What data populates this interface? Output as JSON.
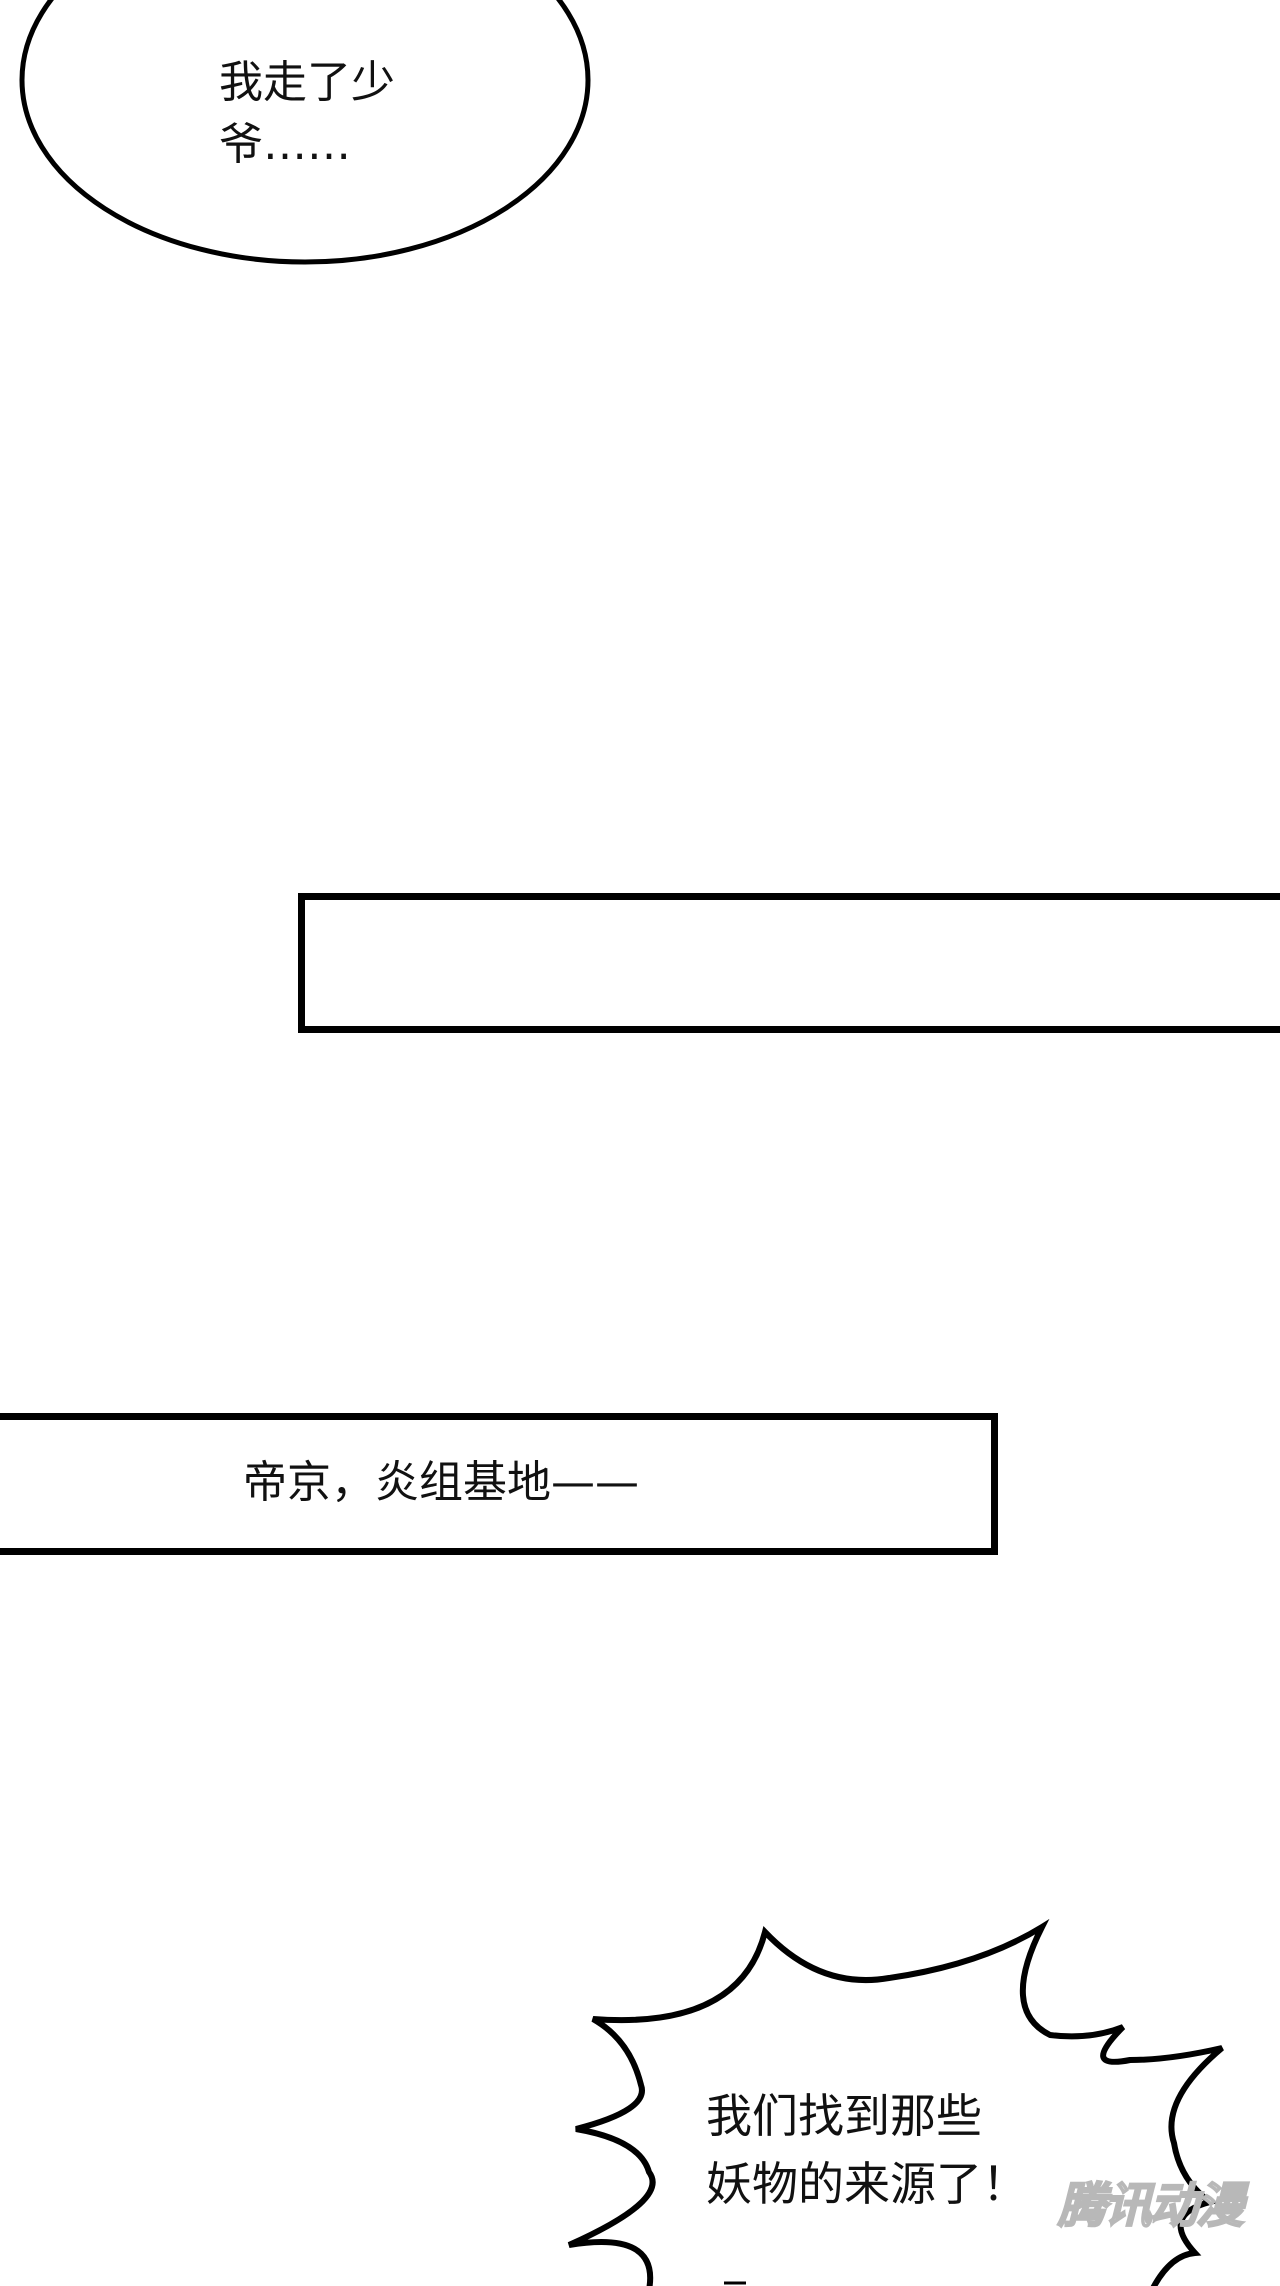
{
  "bubble_1": {
    "shape": "ellipse",
    "lines": [
      "我走了少",
      "爷……"
    ]
  },
  "caption_box_1": {
    "text": ""
  },
  "caption_box_2": {
    "text": "帝京，炎组基地——"
  },
  "bubble_2": {
    "shape": "burst",
    "lines": [
      "我们找到那些",
      "妖物的来源了！"
    ]
  },
  "watermark": {
    "text": "腾讯动漫"
  },
  "colors": {
    "ink": "#000000",
    "background": "#ffffff",
    "watermark": "#b8b8b8"
  }
}
